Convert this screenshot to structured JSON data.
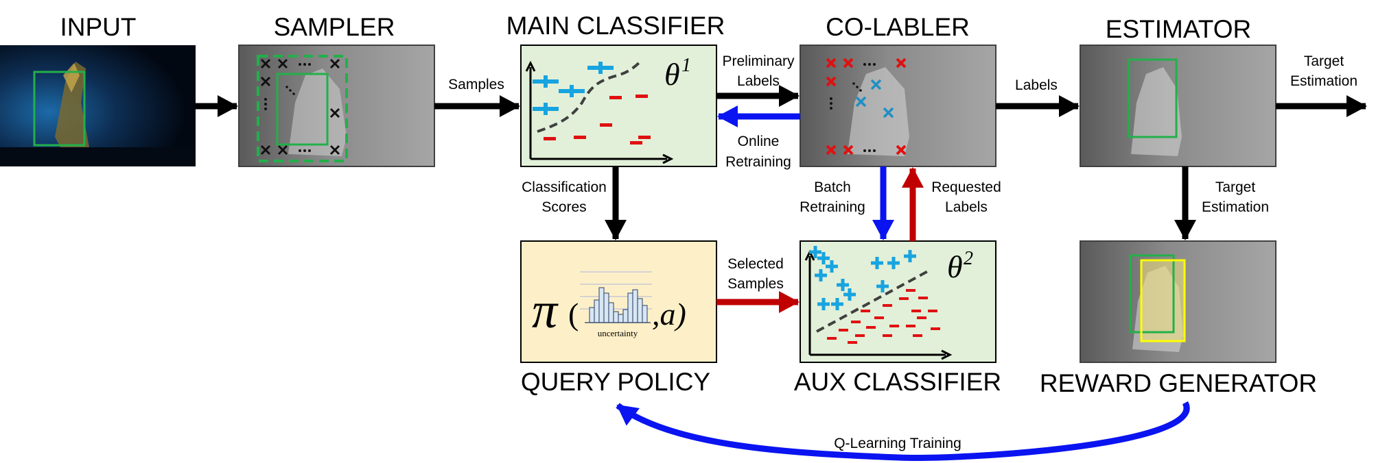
{
  "blocks": {
    "input": "INPUT",
    "sampler": "SAMPLER",
    "main_classifier": "MAIN CLASSIFIER",
    "co_labeler": "CO-LABLER",
    "estimator": "ESTIMATOR",
    "query_policy": "QUERY POLICY",
    "aux_classifier": "AUX CLASSIFIER",
    "reward_generator": "REWARD GENERATOR"
  },
  "edges": {
    "samples": "Samples",
    "preliminary_labels": [
      "Preliminary",
      "Labels"
    ],
    "online_retraining": [
      "Online",
      "Retraining"
    ],
    "labels": "Labels",
    "target_estimation_out": [
      "Target",
      "Estimation"
    ],
    "classification_scores": [
      "Classification",
      "Scores"
    ],
    "batch_retraining": [
      "Batch",
      "Retraining"
    ],
    "requested_labels": [
      "Requested",
      "Labels"
    ],
    "target_estimation_down": [
      "Target",
      "Estimation"
    ],
    "selected_samples": [
      "Selected",
      "Samples"
    ],
    "q_learning": "Q-Learning Training"
  },
  "math": {
    "theta1_base": "θ",
    "theta1_sup": "1",
    "theta2_base": "θ",
    "theta2_sup": "2",
    "pi": "π",
    "open_paren": "(",
    "action": ",a)",
    "uncertainty": "uncertainty"
  },
  "colors": {
    "classifier_bg": "#e2f0d9",
    "policy_bg": "#fdf0c8",
    "blue_arrow": "#0a14f0",
    "red_arrow": "#c00000",
    "plus_blue": "#17a4e0",
    "minus_red": "#e01010",
    "box_green": "#22b04a",
    "box_yellow": "#ffff00"
  }
}
